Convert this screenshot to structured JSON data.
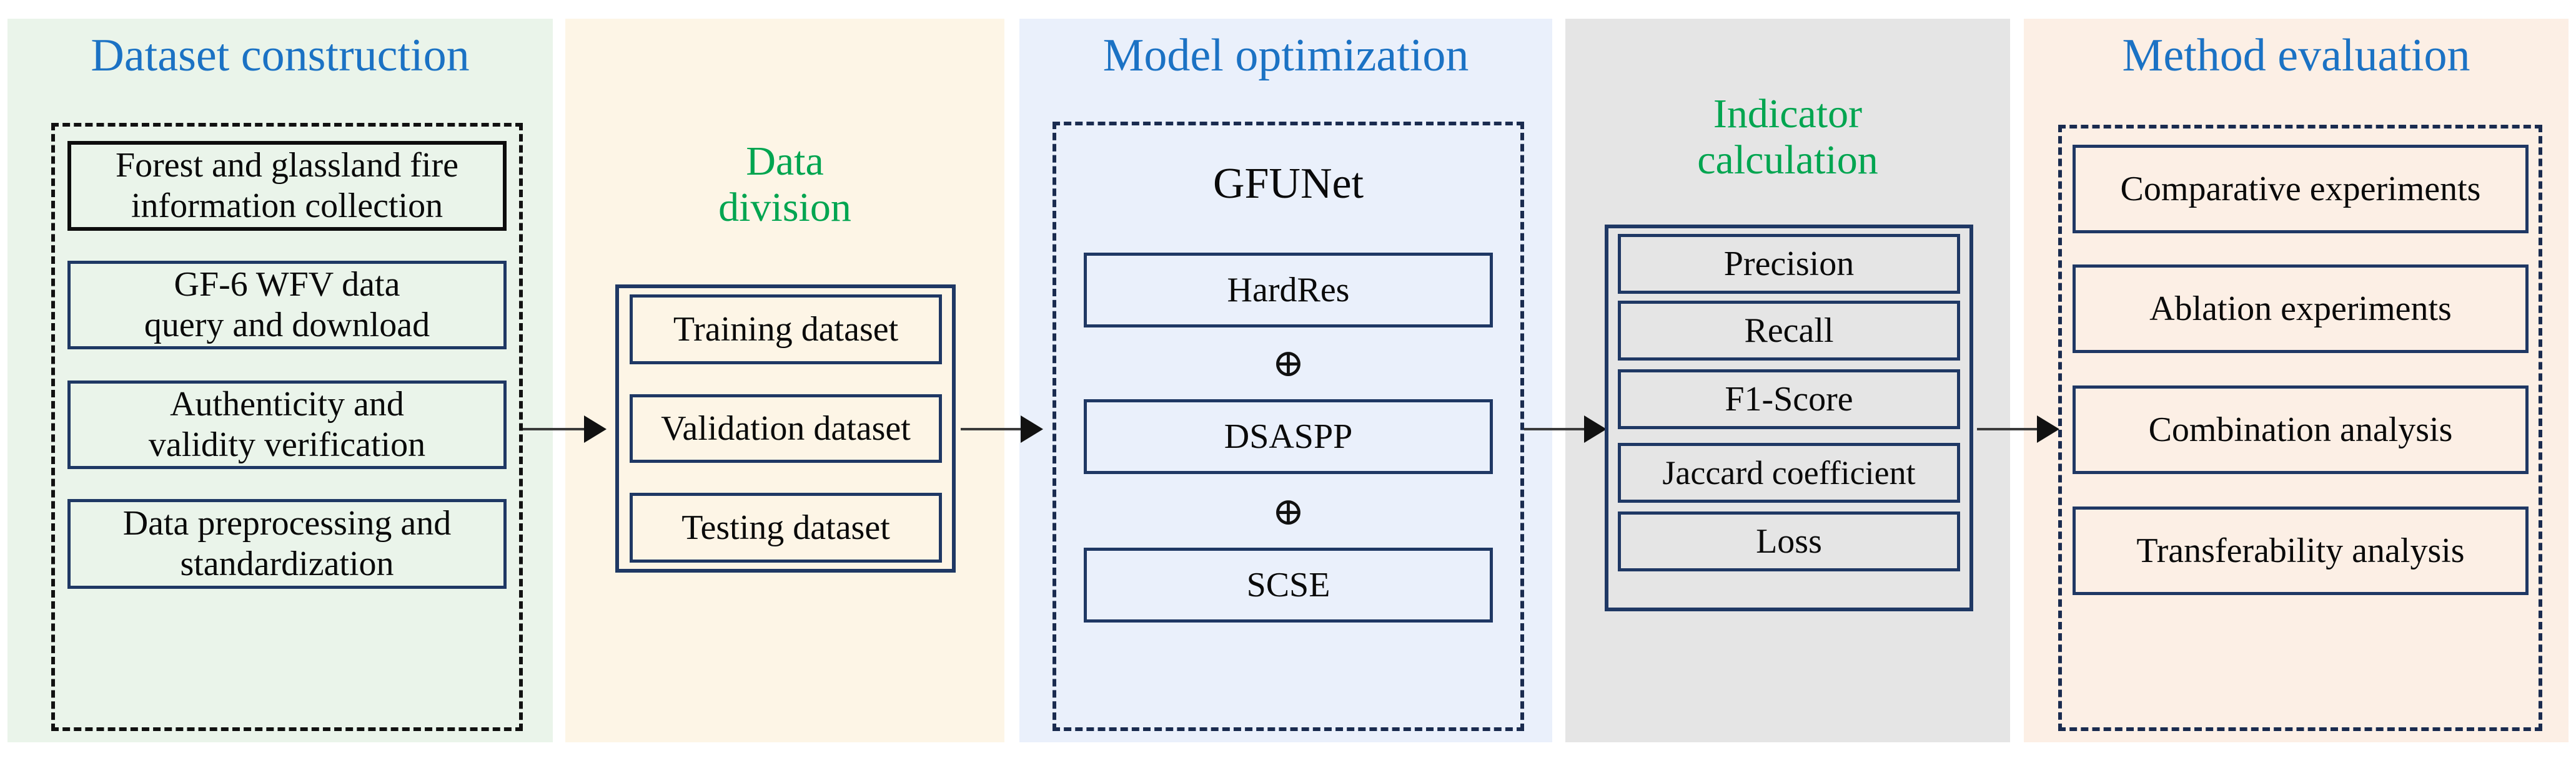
{
  "diagram": {
    "title_colors": {
      "blue": "#1b72c4",
      "green": "#00a550",
      "navy": "#1f3864"
    },
    "stages": [
      {
        "key": "dataset_construction",
        "heading": "Dataset construction",
        "heading_color": "blue",
        "panel_color": "#eaf4ea",
        "items": [
          "Forest and glassland fire\ninformation collection",
          "GF-6 WFV data\nquery and download",
          "Authenticity and\nvalidity verification",
          "Data preprocessing and\nstandardization"
        ]
      },
      {
        "key": "data_division",
        "heading": "Data\ndivision",
        "heading_color": "green",
        "panel_color": "#fdf5e6",
        "items": [
          "Training dataset",
          "Validation dataset",
          "Testing dataset"
        ]
      },
      {
        "key": "model_optimization",
        "heading": "Model optimization",
        "heading_color": "blue",
        "panel_color": "#eaf0fb",
        "model_name": "GFUNet",
        "operator": "⊕",
        "items": [
          "HardRes",
          "DSASPP",
          "SCSE"
        ]
      },
      {
        "key": "indicator_calculation",
        "heading": "Indicator\ncalculation",
        "heading_color": "green",
        "panel_color": "#e5e5e5",
        "items": [
          "Precision",
          "Recall",
          "F1-Score",
          "Jaccard coefficient",
          "Loss"
        ]
      },
      {
        "key": "method_evaluation",
        "heading": "Method evaluation",
        "heading_color": "blue",
        "panel_color": "#fcefe5",
        "items": [
          "Comparative experiments",
          "Ablation experiments",
          "Combination analysis",
          "Transferability analysis"
        ]
      }
    ],
    "arrows": [
      {
        "from": "dataset_construction",
        "to": "data_division"
      },
      {
        "from": "data_division",
        "to": "model_optimization"
      },
      {
        "from": "model_optimization",
        "to": "indicator_calculation"
      },
      {
        "from": "indicator_calculation",
        "to": "method_evaluation"
      }
    ]
  }
}
